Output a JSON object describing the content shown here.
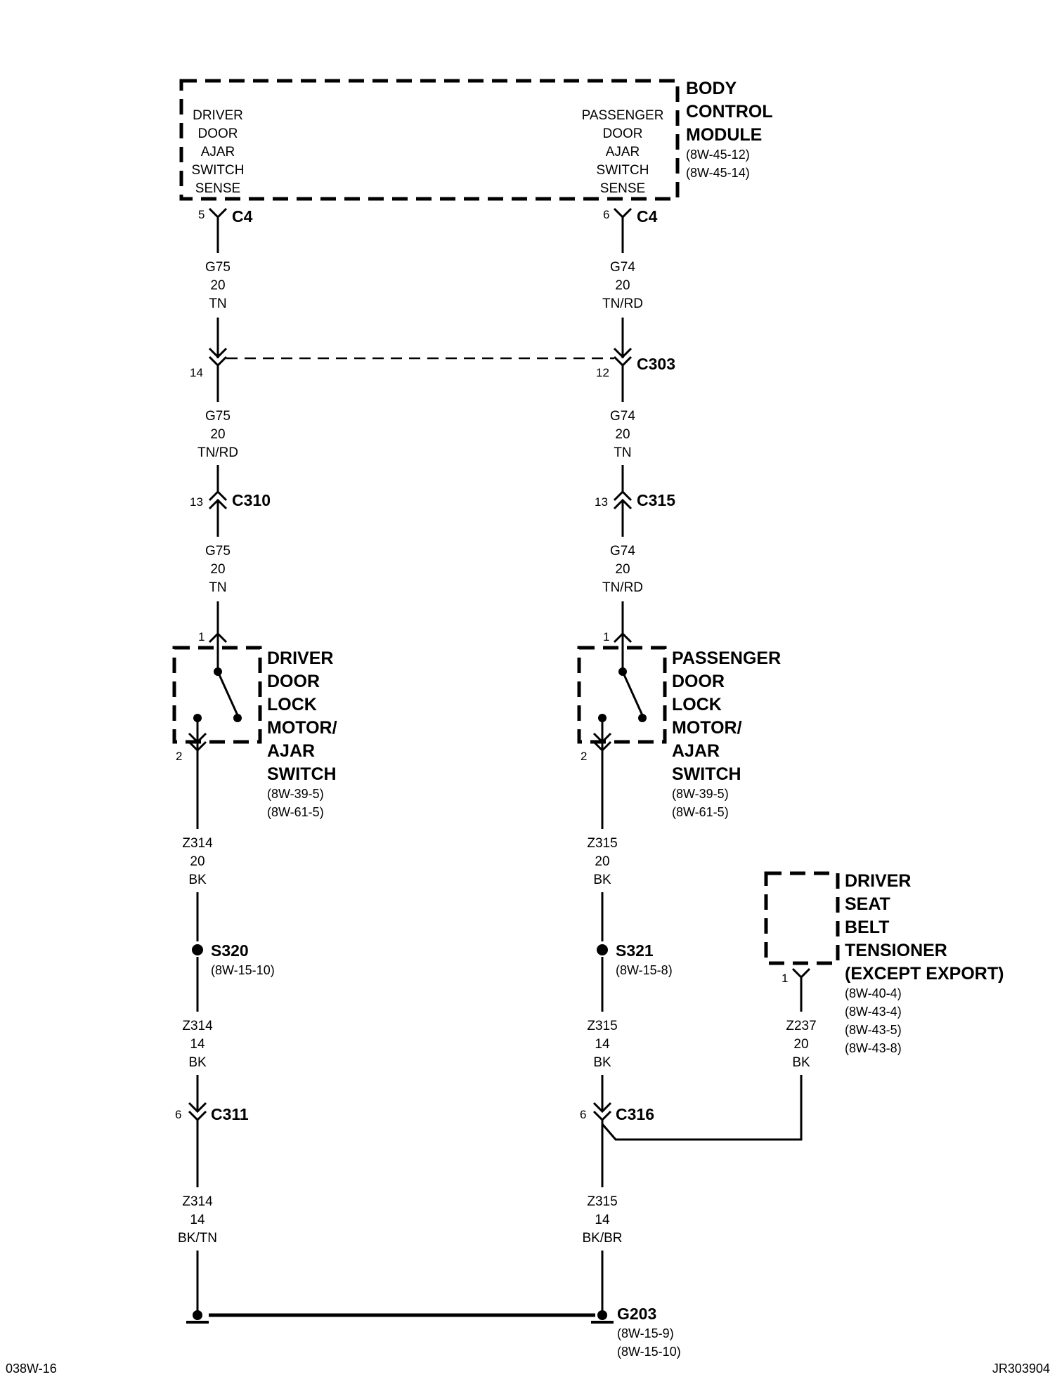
{
  "bcm": {
    "name_lines": [
      "BODY",
      "CONTROL",
      "MODULE"
    ],
    "refs": [
      "(8W-45-12)",
      "(8W-45-14)"
    ],
    "left_pin_lines": [
      "DRIVER",
      "DOOR",
      "AJAR",
      "SWITCH",
      "SENSE"
    ],
    "right_pin_lines": [
      "PASSENGER",
      "DOOR",
      "AJAR",
      "SWITCH",
      "SENSE"
    ],
    "left_cavity": "5",
    "right_cavity": "6",
    "connector": "C4"
  },
  "c303": {
    "label": "C303",
    "left_cavity": "14",
    "right_cavity": "12"
  },
  "c310": {
    "label": "C310",
    "cavity": "13"
  },
  "c315": {
    "label": "C315",
    "cavity": "13"
  },
  "wires": {
    "g75_a": [
      "G75",
      "20",
      "TN"
    ],
    "g74_a": [
      "G74",
      "20",
      "TN/RD"
    ],
    "g75_b": [
      "G75",
      "20",
      "TN/RD"
    ],
    "g74_b": [
      "G74",
      "20",
      "TN"
    ],
    "g75_c": [
      "G75",
      "20",
      "TN"
    ],
    "g74_c": [
      "G74",
      "20",
      "TN/RD"
    ],
    "z314_a": [
      "Z314",
      "20",
      "BK"
    ],
    "z315_a": [
      "Z315",
      "20",
      "BK"
    ],
    "z314_b": [
      "Z314",
      "14",
      "BK"
    ],
    "z315_b": [
      "Z315",
      "14",
      "BK"
    ],
    "z237": [
      "Z237",
      "20",
      "BK"
    ],
    "z314_c": [
      "Z314",
      "14",
      "BK/TN"
    ],
    "z315_c": [
      "Z315",
      "14",
      "BK/BR"
    ]
  },
  "driver_switch": {
    "name_lines": [
      "DRIVER",
      "DOOR",
      "LOCK",
      "MOTOR/",
      "AJAR",
      "SWITCH"
    ],
    "refs": [
      "(8W-39-5)",
      "(8W-61-5)"
    ],
    "pin_in": "1",
    "pin_out": "2"
  },
  "passenger_switch": {
    "name_lines": [
      "PASSENGER",
      "DOOR",
      "LOCK",
      "MOTOR/",
      "AJAR",
      "SWITCH"
    ],
    "refs": [
      "(8W-39-5)",
      "(8W-61-5)"
    ],
    "pin_in": "1",
    "pin_out": "2"
  },
  "tensioner": {
    "name_lines": [
      "DRIVER",
      "SEAT",
      "BELT",
      "TENSIONER",
      "(EXCEPT EXPORT)"
    ],
    "refs": [
      "(8W-40-4)",
      "(8W-43-4)",
      "(8W-43-5)",
      "(8W-43-8)"
    ],
    "pin": "1"
  },
  "s320": {
    "label": "S320",
    "ref": "(8W-15-10)"
  },
  "s321": {
    "label": "S321",
    "ref": "(8W-15-8)"
  },
  "c311": {
    "label": "C311",
    "cavity": "6"
  },
  "c316": {
    "label": "C316",
    "cavity": "6"
  },
  "g203": {
    "label": "G203",
    "refs": [
      "(8W-15-9)",
      "(8W-15-10)"
    ]
  },
  "footer": {
    "left": "038W-16",
    "right": "JR303904"
  }
}
